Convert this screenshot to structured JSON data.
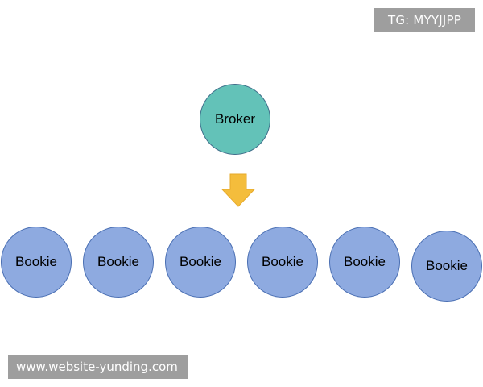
{
  "watermark_top": "TG: MYYJJPP",
  "watermark_bottom": "www.website-yunding.com",
  "broker": {
    "label": "Broker",
    "color": "#63c2b8"
  },
  "bookies": [
    {
      "label": "Bookie"
    },
    {
      "label": "Bookie"
    },
    {
      "label": "Bookie"
    },
    {
      "label": "Bookie"
    },
    {
      "label": "Bookie"
    },
    {
      "label": "Bookie"
    }
  ],
  "colors": {
    "bookie": "#8eaae0",
    "arrow": "#f4bd3c",
    "watermark_bg": "#9e9e9e"
  },
  "icons": {
    "arrow": "down-arrow-icon"
  }
}
